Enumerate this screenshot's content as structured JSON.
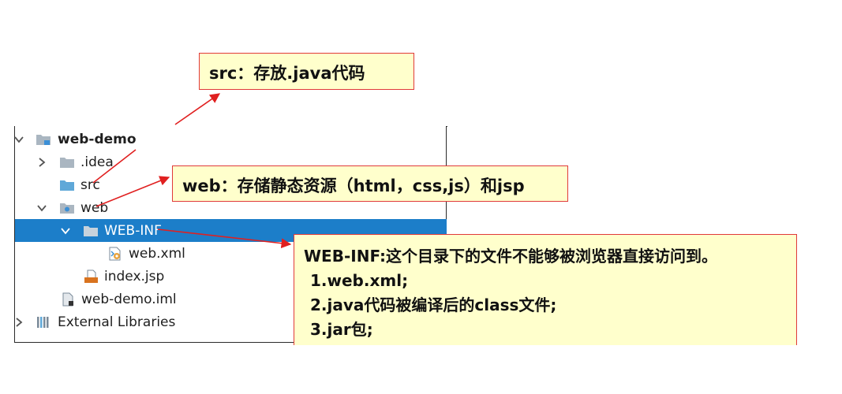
{
  "tree": {
    "items": [
      {
        "label": "web-demo",
        "bold": true
      },
      {
        "label": ".idea"
      },
      {
        "label": "src"
      },
      {
        "label": "web"
      },
      {
        "label": "WEB-INF",
        "selected": true
      },
      {
        "label": "web.xml"
      },
      {
        "label": "index.jsp"
      },
      {
        "label": "web-demo.iml"
      },
      {
        "label": "External Libraries"
      }
    ],
    "icons": [
      "module-icon",
      "folder-icon",
      "source-folder-icon",
      "web-folder-icon",
      "folder-icon",
      "xml-file-icon",
      "jsp-file-icon",
      "iml-file-icon",
      "library-icon"
    ]
  },
  "callouts": {
    "src": "src：存放.java代码",
    "web": "web：存储静态资源（html，css,js）和jsp",
    "web_inf": {
      "title": "WEB-INF:这个目录下的文件不能够被浏览器直接访问到。",
      "lines": [
        "1.web.xml;",
        "2.java代码被编译后的class文件;",
        "3.jar包;"
      ]
    }
  },
  "colors": {
    "selection": "#1c7ec9",
    "callout_fill": "#ffffcc",
    "callout_border": "#e03a3a",
    "arrow": "#e02020",
    "folder": "#aab6c1",
    "source_folder": "#5fa8d8"
  }
}
